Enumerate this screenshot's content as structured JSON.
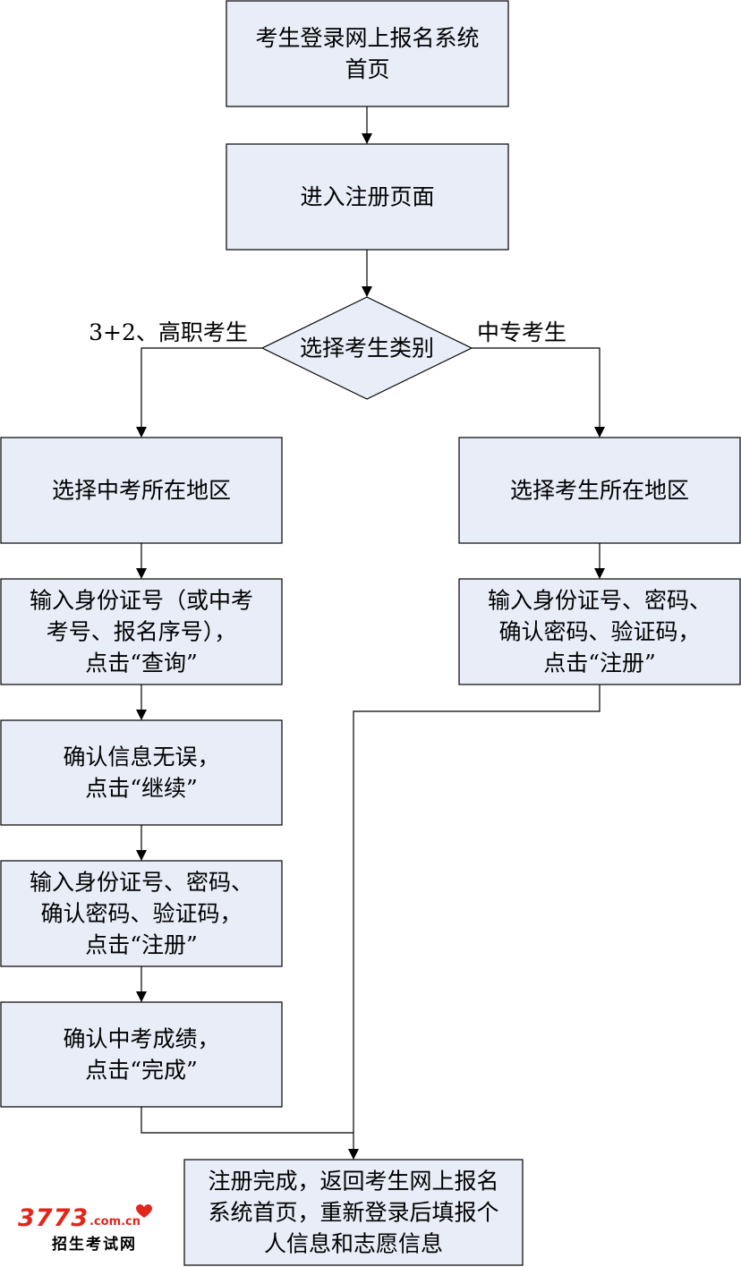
{
  "nodes": [
    {
      "id": "start",
      "shape": "rect",
      "lines": [
        "考生登录网上报名系统",
        "首页"
      ]
    },
    {
      "id": "register-page",
      "shape": "rect",
      "lines": [
        "进入注册页面"
      ]
    },
    {
      "id": "choose-type",
      "shape": "diamond",
      "lines": [
        "选择考生类别"
      ]
    },
    {
      "id": "left-region",
      "shape": "rect",
      "lines": [
        "选择中考所在地区"
      ]
    },
    {
      "id": "left-id",
      "shape": "rect",
      "lines": [
        "输入身份证号（或中考",
        "考号、报名序号），",
        "点击“查询”"
      ]
    },
    {
      "id": "left-confirm",
      "shape": "rect",
      "lines": [
        "确认信息无误，",
        "点击“继续”"
      ]
    },
    {
      "id": "left-register",
      "shape": "rect",
      "lines": [
        "输入身份证号、密码、",
        "确认密码、验证码，",
        "点击“注册”"
      ]
    },
    {
      "id": "left-scores",
      "shape": "rect",
      "lines": [
        "确认中考成绩，",
        "点击“完成”"
      ]
    },
    {
      "id": "right-region",
      "shape": "rect",
      "lines": [
        "选择考生所在地区"
      ]
    },
    {
      "id": "right-register",
      "shape": "rect",
      "lines": [
        "输入身份证号、密码、",
        "确认密码、验证码，",
        "点击“注册”"
      ]
    },
    {
      "id": "finish",
      "shape": "rect",
      "lines": [
        "注册完成，返回考生网上报名",
        "系统首页，重新登录后填报个",
        "人信息和志愿信息"
      ]
    }
  ],
  "edges": [
    {
      "from": "start",
      "to": "register-page",
      "label": ""
    },
    {
      "from": "register-page",
      "to": "choose-type",
      "label": ""
    },
    {
      "from": "choose-type",
      "to": "left-region",
      "label": "3+2、高职考生"
    },
    {
      "from": "choose-type",
      "to": "right-region",
      "label": "中专考生"
    },
    {
      "from": "left-region",
      "to": "left-id",
      "label": ""
    },
    {
      "from": "left-id",
      "to": "left-confirm",
      "label": ""
    },
    {
      "from": "left-confirm",
      "to": "left-register",
      "label": ""
    },
    {
      "from": "left-register",
      "to": "left-scores",
      "label": ""
    },
    {
      "from": "left-scores",
      "to": "finish",
      "label": ""
    },
    {
      "from": "right-region",
      "to": "right-register",
      "label": ""
    },
    {
      "from": "right-register",
      "to": "finish",
      "label": ""
    }
  ],
  "watermark": {
    "number": "3773",
    "domain": ".com.cn",
    "subtitle": "招生考试网"
  },
  "colors": {
    "node_fill": "#e8edf7",
    "stroke": "#000000",
    "logo_red": "#e1261c"
  }
}
